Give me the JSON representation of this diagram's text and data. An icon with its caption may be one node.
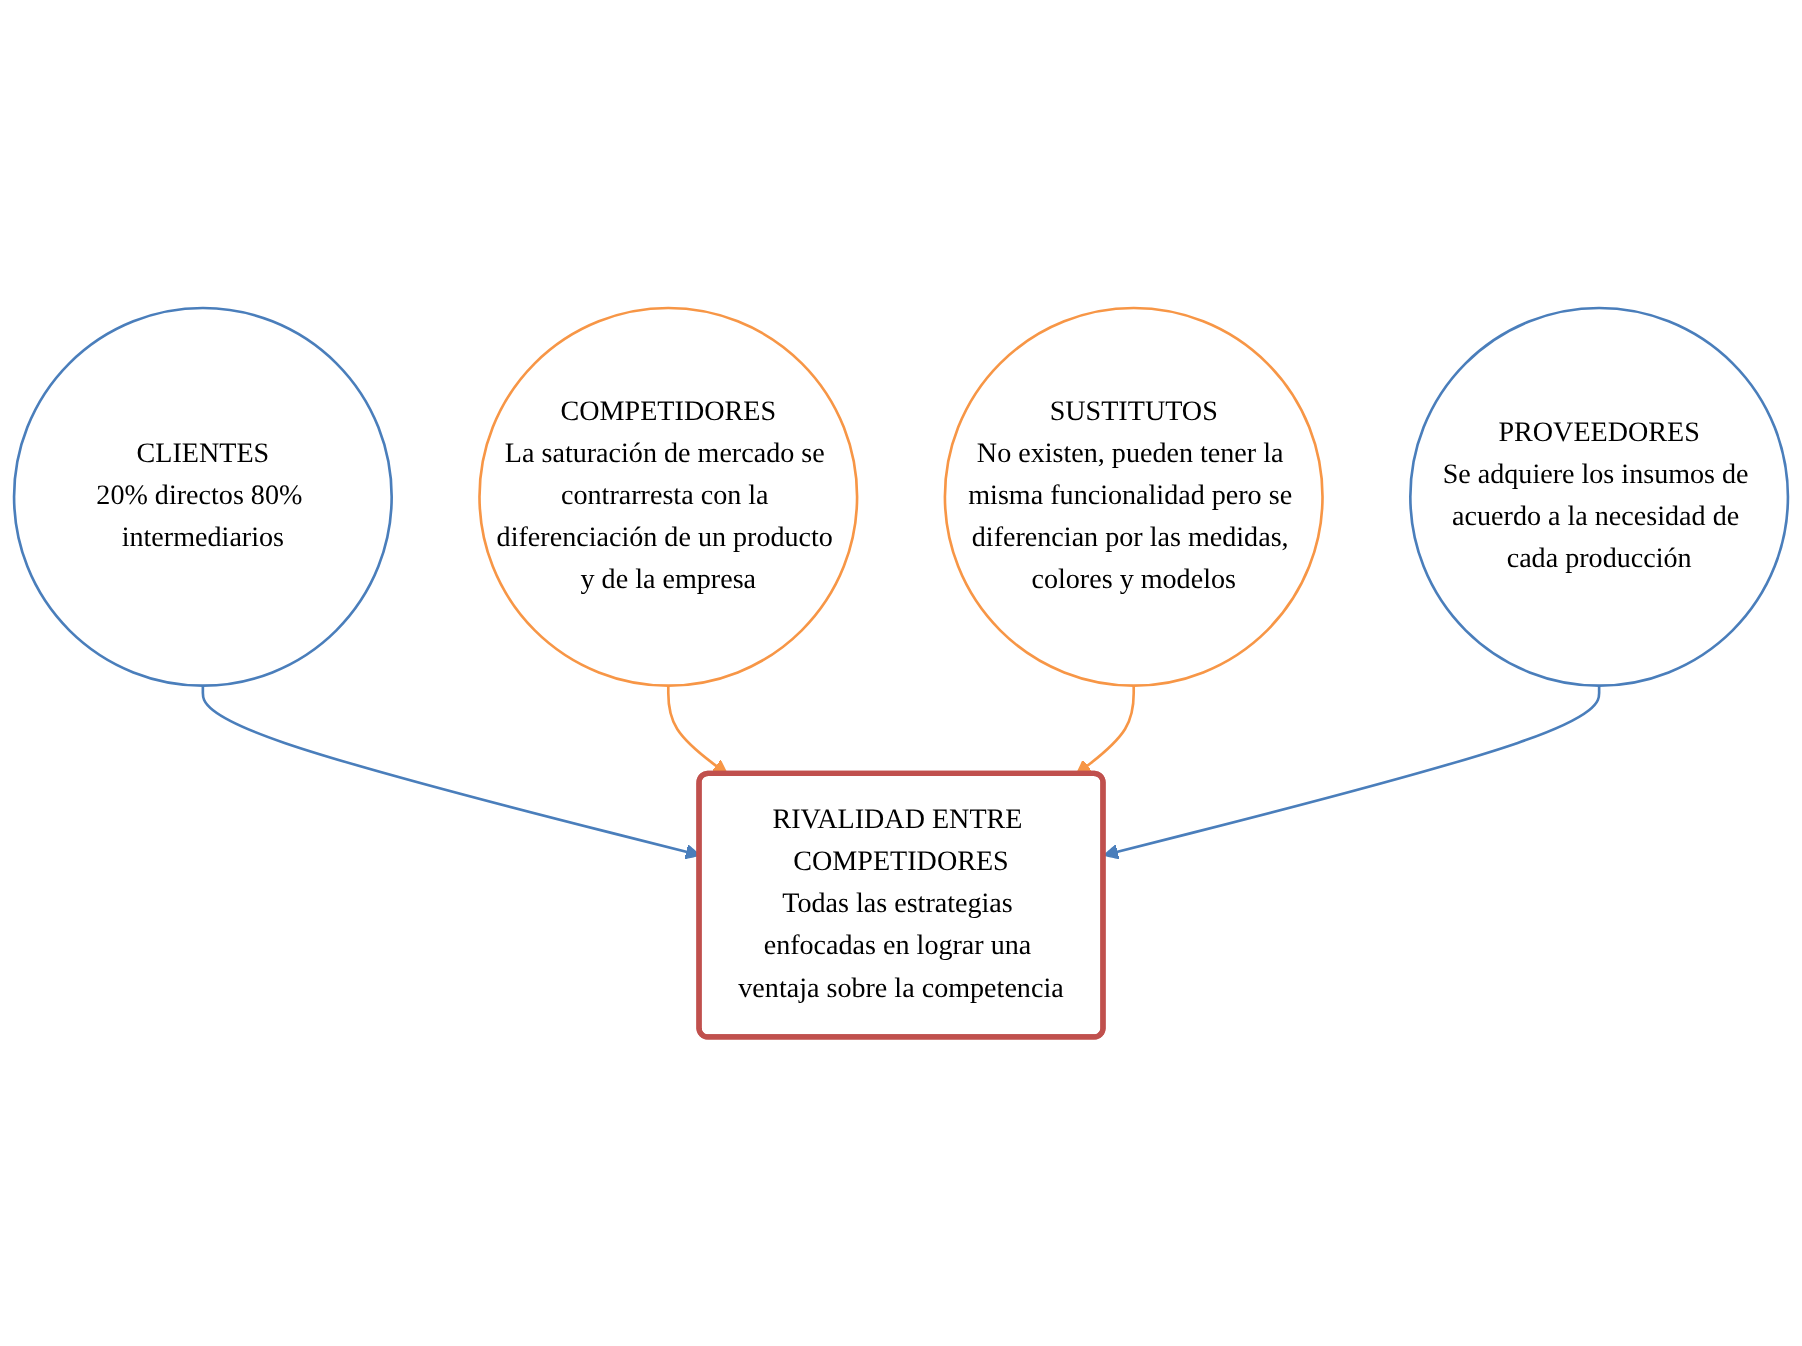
{
  "diagram": {
    "nodes": [
      {
        "text": [
          "CLIENTES",
          "20% directos 80% intermediarios"
        ]
      },
      {
        "text": [
          "COMPETIDORES",
          "La saturación de mercado se contrarresta con la diferenciación de un producto y de la empresa"
        ]
      },
      {
        "text": [
          "RIVALIDAD ENTRE COMPETIDORES",
          "Todas las estrategias enfocadas en lograr una ventaja sobre la competencia"
        ]
      },
      {
        "text": [
          "SUSTITUTOS",
          "No existen, pueden tener la misma funcionalidad pero se diferencian por las medidas, colores y modelos"
        ]
      },
      {
        "text": [
          "PROVEEDORES",
          "Se adquiere los insumos de acuerdo a la necesidad de cada producción"
        ]
      }
    ],
    "edges": [
      {
        "from": 0,
        "to": 2,
        "arrow": "to",
        "color": "#4a7ebb"
      },
      {
        "from": 1,
        "to": 2,
        "arrow": "to",
        "color": "#f79646"
      },
      {
        "from": 3,
        "to": 2,
        "arrow": "to",
        "color": "#f79646"
      },
      {
        "from": 4,
        "to": 2,
        "arrow": "to",
        "color": "#4a7ebb"
      }
    ]
  }
}
